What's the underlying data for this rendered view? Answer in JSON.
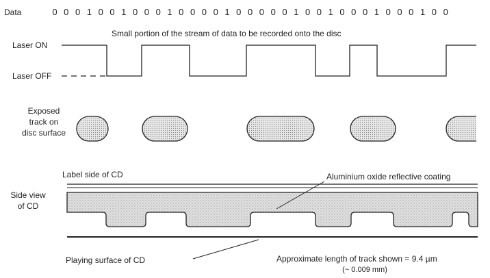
{
  "data_row": {
    "label": "Data",
    "bits": [
      "0",
      "0",
      "0",
      "1",
      "0",
      "0",
      "1",
      "0",
      "0",
      "0",
      "1",
      "0",
      "0",
      "0",
      "0",
      "1",
      "0",
      "0",
      "0",
      "0",
      "0",
      "1",
      "0",
      "0",
      "1",
      "0",
      "0",
      "0",
      "1",
      "0",
      "0",
      "0",
      "1",
      "0",
      "0"
    ]
  },
  "caption": "Small portion of the stream of data to be recorded onto the disc",
  "laser": {
    "on_label": "Laser ON",
    "off_label": "Laser OFF"
  },
  "exposed_track": {
    "label_lines": [
      "Exposed",
      "track on",
      "disc surface"
    ]
  },
  "side_view": {
    "label_lines": [
      "Side view",
      "of CD"
    ],
    "label_side": "Label side of CD",
    "coating_label": "Aluminium oxide reflective coating",
    "playing_surface": "Playing surface of CD",
    "length_note": "Approximate length of track shown = 9.4 µm",
    "length_note_sub": "(~ 0.009 mm)"
  },
  "colors": {
    "ink": "#222222",
    "fill": "#d9d9d9"
  }
}
